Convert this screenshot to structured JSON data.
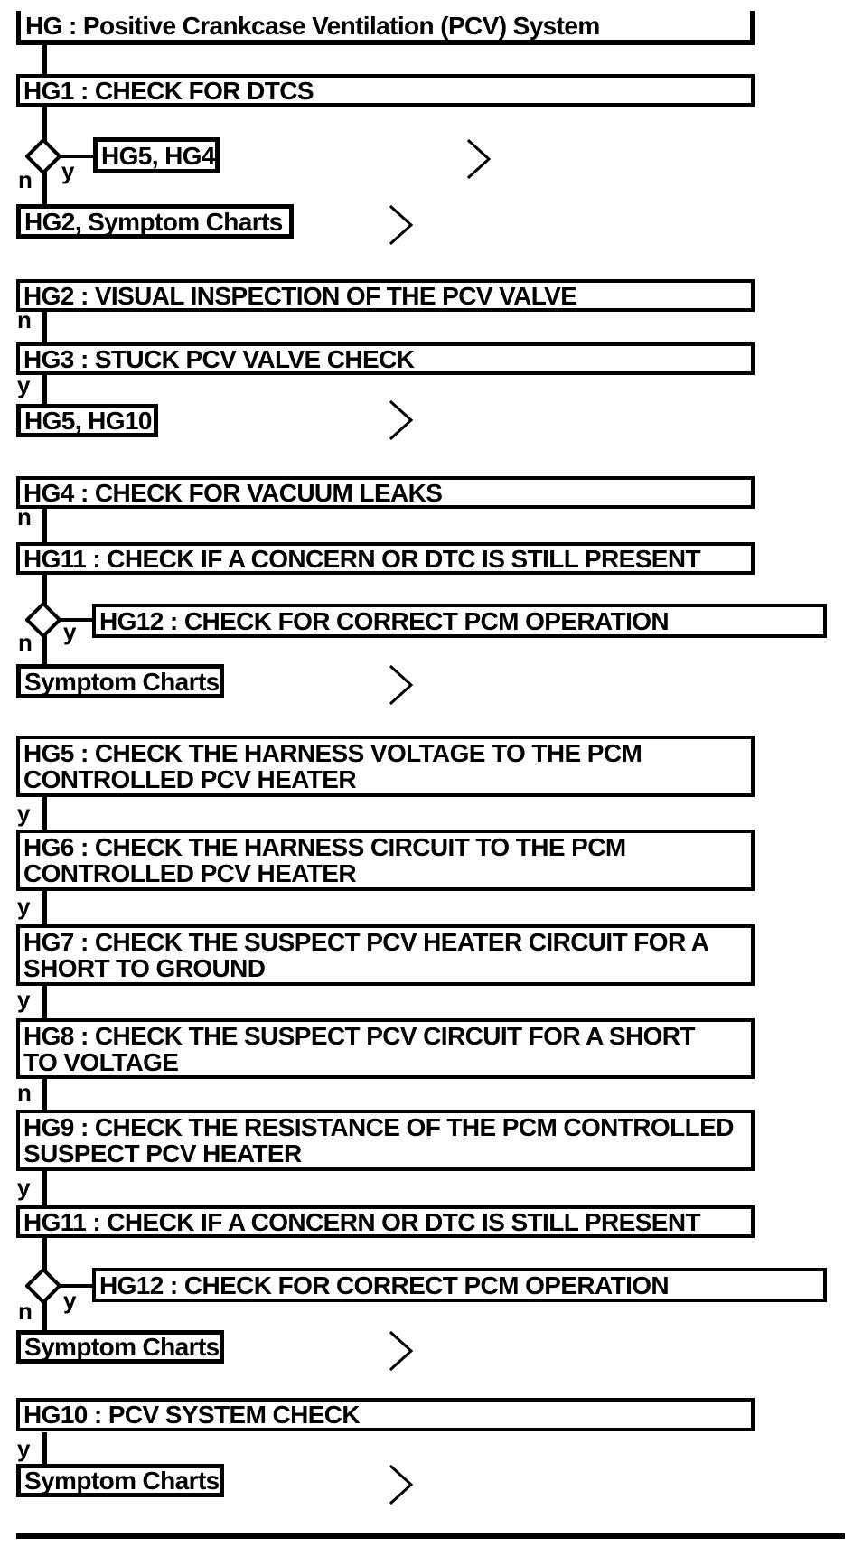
{
  "page": {
    "background": "#ffffff",
    "ink": "#000000"
  },
  "flow": {
    "title": "HG : Positive Crankcase Ventilation (PCV) System",
    "yes": "y",
    "no": "n",
    "steps": {
      "hg1": "HG1 : CHECK FOR DTCS",
      "hg2": "HG2 : VISUAL INSPECTION OF THE PCV VALVE",
      "hg3": "HG3 : STUCK PCV VALVE CHECK",
      "hg4": "HG4 : CHECK FOR VACUUM LEAKS",
      "hg5": "HG5 : CHECK THE HARNESS VOLTAGE TO THE PCM\nCONTROLLED PCV HEATER",
      "hg6": "HG6 : CHECK THE HARNESS CIRCUIT TO THE PCM\nCONTROLLED PCV HEATER",
      "hg7": "HG7 : CHECK THE SUSPECT PCV HEATER CIRCUIT FOR A\nSHORT TO GROUND",
      "hg8": "HG8 : CHECK THE SUSPECT PCV CIRCUIT FOR A SHORT\nTO VOLTAGE",
      "hg9": "HG9 : CHECK THE RESISTANCE OF THE PCM CONTROLLED\nSUSPECT PCV HEATER",
      "hg10": "HG10 : PCV SYSTEM CHECK",
      "hg11": "HG11 : CHECK IF A CONCERN OR DTC IS STILL PRESENT",
      "hg12": "HG12 : CHECK FOR CORRECT PCM OPERATION"
    },
    "links": {
      "hg5_hg4": "HG5, HG4",
      "hg2_symptom_charts": "HG2, Symptom Charts",
      "hg5_hg10": "HG5, HG10",
      "symptom_charts": "Symptom Charts"
    }
  }
}
